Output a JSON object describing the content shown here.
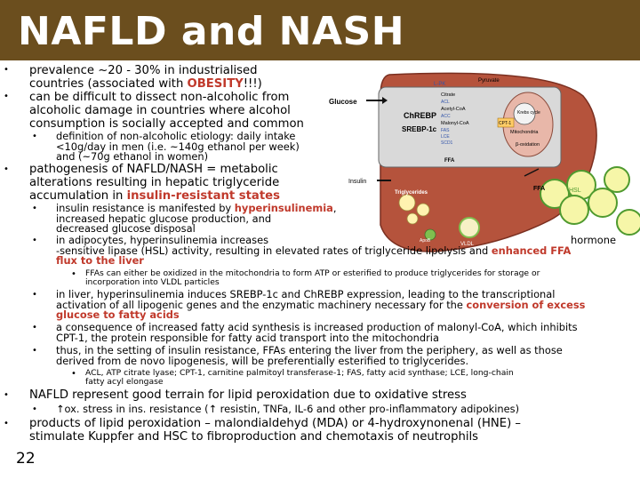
{
  "slide": {
    "title": "NAFLD and NASH",
    "page_number": "22"
  },
  "colors": {
    "title_bar": "#6b4e1e",
    "emphasis": "#c0392b",
    "liver": "#b5533c",
    "cell_fill": "#d9d9d9",
    "ffa_fill": "#ffff00"
  },
  "body": {
    "b1": [
      "prevalence ~20 - 30% in industrialised",
      "countries (associated with ",
      "OBESITY",
      "!!!)"
    ],
    "b2": [
      "can be difficult to dissect non-alcoholic from",
      "alcoholic damage in countries where alcohol",
      "consumption is socially accepted and common"
    ],
    "b2_sub": [
      "definition of non-alcoholic etiology: daily intake",
      "<10g/day in men (i.e. ~140g ethanol per week)",
      "and (~70g ethanol in women)"
    ],
    "b3": [
      "pathogenesis of NAFLD/NASH  = metabolic",
      "alterations resulting in hepatic triglyceride",
      "accumulation in ",
      "insulin-resistant states"
    ],
    "b3_sub1": [
      "insulin resistance is manifested by ",
      "hyperinsulinemia",
      ",",
      "increased hepatic glucose  production, and",
      "decreased glucose disposal"
    ],
    "b3_sub2": [
      "in adipocytes, hyperinsulinemia increases",
      "hormone",
      "-sensitive lipase (HSL) activity, resulting in elevated rates of triglyceride lipolysis and ",
      "enhanced FFA",
      "flux to the liver"
    ],
    "b3_sub2_sub": [
      "FFAs can either be oxidized in the mitochondria to form ATP or esterified to produce triglycerides for storage or",
      "incorporation into VLDL particles"
    ],
    "b3_sub3": [
      "in liver, hyperinsulinemia induces SREBP-1c and ChREBP expression, leading to the transcriptional",
      "activation of all lipogenic genes and the enzymatic machinery necessary for the ",
      "conversion of excess",
      "glucose to fatty acids"
    ],
    "b3_sub4": [
      "a consequence of increased fatty acid synthesis is increased production of malonyl-CoA, which inhibits",
      "CPT-1, the protein responsible for fatty acid transport into the mitochondria"
    ],
    "b3_sub5": [
      "thus, in the setting of insulin resistance, FFAs entering the liver from the periphery, as well as those",
      "derived from de novo lipogenesis, will be preferentially esterified to triglycerides."
    ],
    "b3_sub5_sub": [
      "ACL, ATP citrate lyase; CPT-1, carnitine palmitoyl transferase-1; FAS, fatty acid synthase; LCE, long-chain",
      "fatty acyl elongase"
    ],
    "b4": [
      "NAFLD represent good terrain for lipid peroxidation due to oxidative stress"
    ],
    "b4_sub": [
      "↑ox. stress in ins. resistance (↑ resistin, TNFa, IL-6 and other pro-inflammatory adipokines)"
    ],
    "b5": [
      "products of lipid peroxidation – malondialdehyd (MDA) or 4-hydroxynonenal (HNE) –",
      "stimulate  Kuppfer and HSC to fibroproduction and chemotaxis of neutrophils"
    ]
  },
  "diagram": {
    "labels": {
      "glucose": "Glucose",
      "insulin": "Insulin",
      "chrebp": "ChREBP",
      "srebp": "SREBP-1c",
      "lpk": "L-PK",
      "pyruvate": "Pyruvate",
      "citrate": "Citrate",
      "acl": "ACL",
      "acetyl": "Acetyl-CoA",
      "acc": "ACC",
      "malonyl": "Malonyl-CoA",
      "fas": "FAS",
      "lce": "LCE",
      "scd": "SCD1",
      "ffa": "FFA",
      "krebs": "Krebs cycle",
      "mito": "Mitochondria",
      "cpt": "CPT-1",
      "boxid": "β-oxidation",
      "tg": "Triglycerides",
      "apob": "ApoB",
      "vldl": "VLDL",
      "ffa_adipo": "FFA",
      "hsl": "HSL"
    }
  }
}
